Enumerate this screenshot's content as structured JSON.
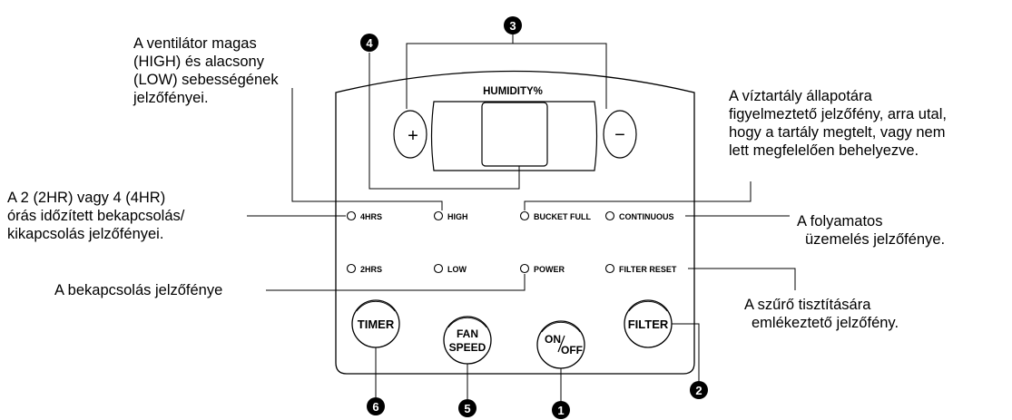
{
  "panel": {
    "display_title": "HUMIDITY%",
    "plus_symbol": "+",
    "minus_symbol": "−",
    "indicators": {
      "hrs4": "4HRS",
      "high": "HIGH",
      "bucket_full": "BUCKET FULL",
      "continuous": "CONTINUOUS",
      "hrs2": "2HRS",
      "low": "LOW",
      "power": "POWER",
      "filter_reset": "FILTER RESET"
    },
    "buttons": {
      "timer": "TIMER",
      "fan_line1": "FAN",
      "fan_line2": "SPEED",
      "on": "ON",
      "off": "OFF",
      "filter": "FILTER"
    }
  },
  "markers": {
    "m1": "1",
    "m2": "2",
    "m3": "3",
    "m4": "4",
    "m5": "5",
    "m6": "6"
  },
  "callouts": {
    "fan_speed": [
      "A ventilátor magas",
      "(HIGH) és alacsony",
      "(LOW) sebességének",
      "jelzőfényei."
    ],
    "bucket": [
      "A víztartály állapotára",
      "figyelmeztető jelzőfény, arra utal,",
      "hogy a tartály megtelt, vagy nem",
      "lett megfelelően behelyezve."
    ],
    "timer": [
      "A 2 (2HR) vagy 4 (4HR)",
      "órás időzített bekapcsolás/",
      "kikapcsolás jelzőfényei."
    ],
    "continuous": [
      "A folyamatos",
      "üzemelés jelzőfénye."
    ],
    "power": [
      "A bekapcsolás jelzőfénye"
    ],
    "filter": [
      "A szűrő tisztítására",
      "emlékeztető jelzőfény."
    ]
  }
}
